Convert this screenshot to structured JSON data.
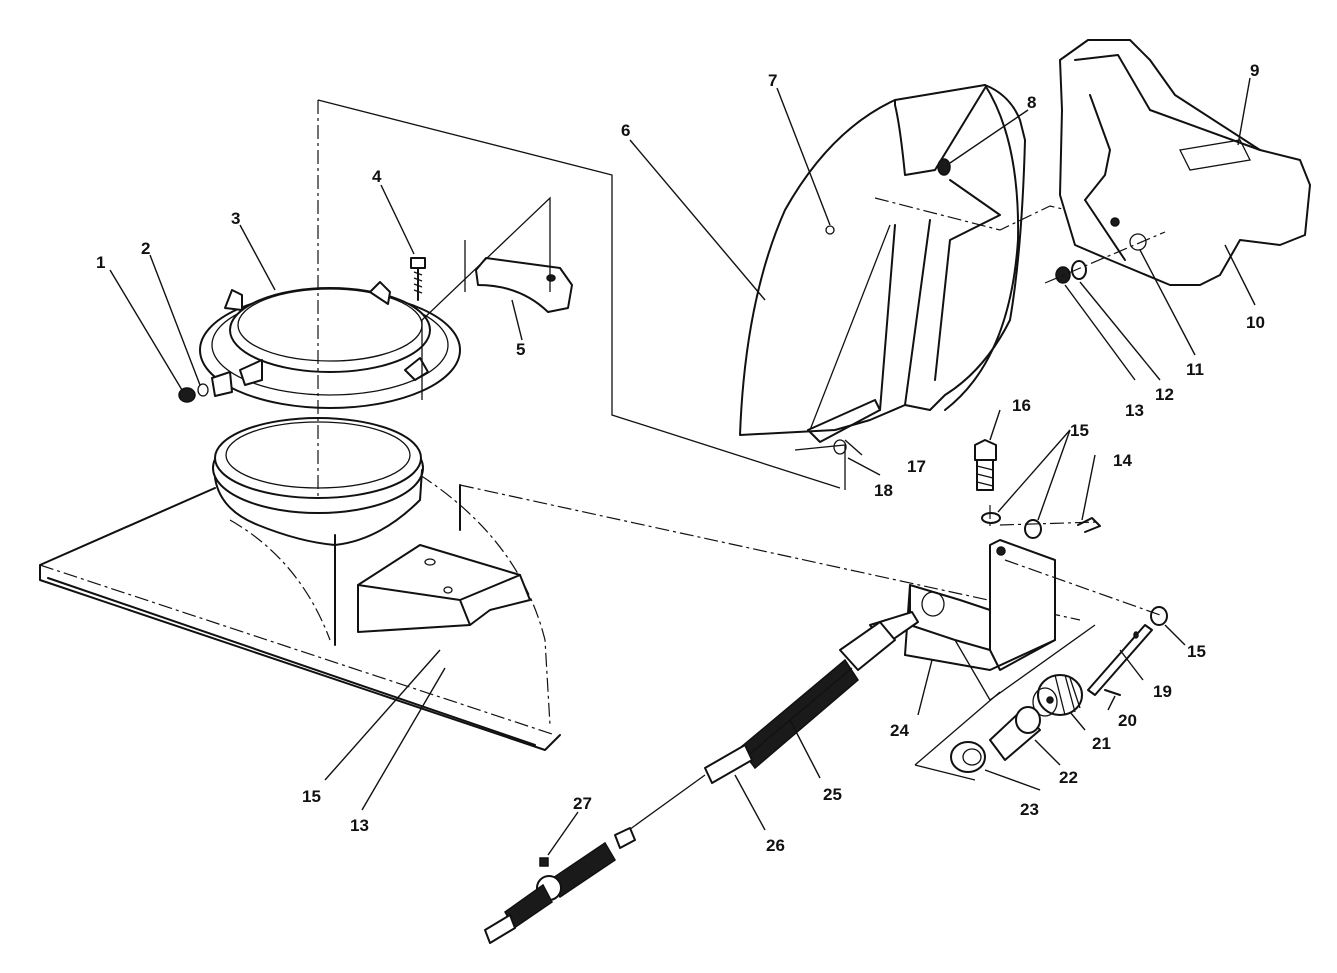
{
  "callouts": {
    "c1": "1",
    "c2": "2",
    "c3": "3",
    "c4": "4",
    "c5": "5",
    "c6": "6",
    "c7": "7",
    "c8": "8",
    "c9": "9",
    "c10": "10",
    "c11": "11",
    "c12": "12",
    "c13a": "13",
    "c13b": "13",
    "c14": "14",
    "c15a": "15",
    "c15b": "15",
    "c15c": "15",
    "c16": "16",
    "c17": "17",
    "c18": "18",
    "c19": "19",
    "c20": "20",
    "c21": "21",
    "c22": "22",
    "c23": "23",
    "c24": "24",
    "c25": "25",
    "c26": "26",
    "c27": "27"
  }
}
